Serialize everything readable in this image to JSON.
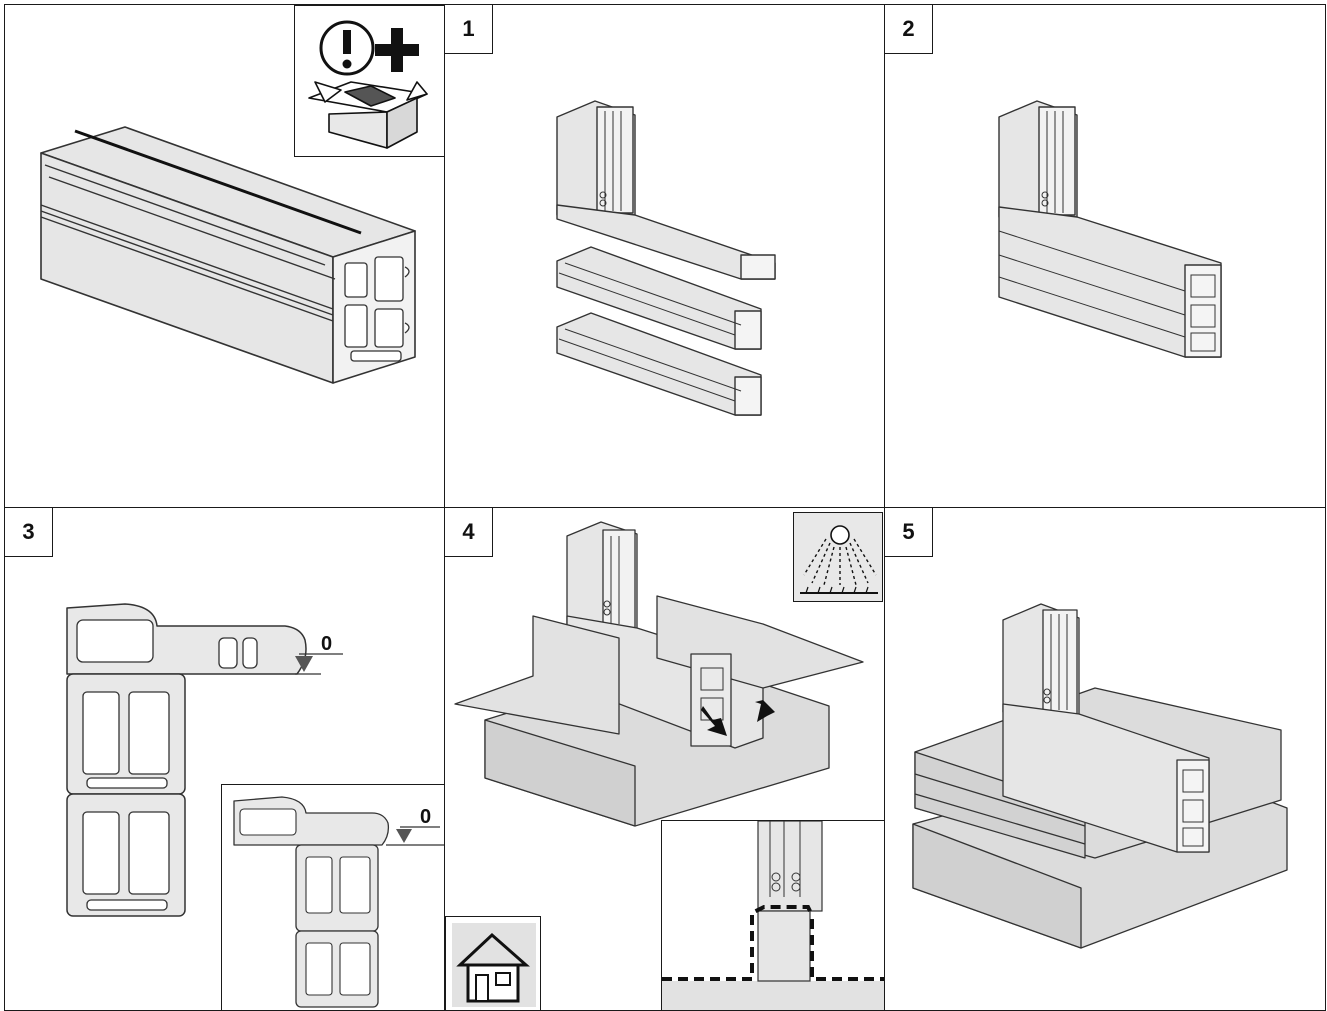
{
  "panels": [
    {
      "id": "overview",
      "step": ""
    },
    {
      "id": "step-1",
      "step": "1"
    },
    {
      "id": "step-2",
      "step": "2"
    },
    {
      "id": "step-3",
      "step": "3"
    },
    {
      "id": "step-4",
      "step": "4"
    },
    {
      "id": "step-5",
      "step": "5"
    }
  ],
  "icons": {
    "package_contents": "warning-plus-box-icon",
    "outdoor": "sun-rain-icon",
    "indoor": "house-icon"
  },
  "level_marks": {
    "main": "0",
    "inset": "0"
  },
  "colors": {
    "profile_fill": "#e6e6e6",
    "profile_stroke": "#333333",
    "block_fill": "#dcdcdc",
    "border": "#1a1a1a"
  }
}
